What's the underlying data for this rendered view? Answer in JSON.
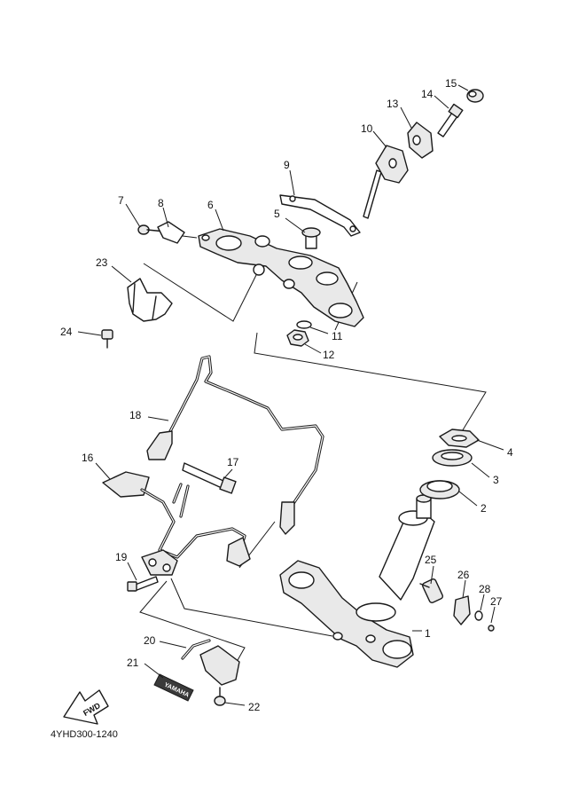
{
  "drawing_code": "4YHD300-1240",
  "decal_text": "YAMAHA",
  "direction_text": "FWD",
  "callouts": [
    {
      "id": "c1",
      "number": "1"
    },
    {
      "id": "c2",
      "number": "2"
    },
    {
      "id": "c3",
      "number": "3"
    },
    {
      "id": "c4",
      "number": "4"
    },
    {
      "id": "c5",
      "number": "5"
    },
    {
      "id": "c6",
      "number": "6"
    },
    {
      "id": "c7",
      "number": "7"
    },
    {
      "id": "c8",
      "number": "8"
    },
    {
      "id": "c9",
      "number": "9"
    },
    {
      "id": "c10",
      "number": "10"
    },
    {
      "id": "c11",
      "number": "11"
    },
    {
      "id": "c12",
      "number": "12"
    },
    {
      "id": "c13",
      "number": "13"
    },
    {
      "id": "c14",
      "number": "14"
    },
    {
      "id": "c15",
      "number": "15"
    },
    {
      "id": "c16",
      "number": "16"
    },
    {
      "id": "c17",
      "number": "17"
    },
    {
      "id": "c18",
      "number": "18"
    },
    {
      "id": "c19",
      "number": "19"
    },
    {
      "id": "c20",
      "number": "20"
    },
    {
      "id": "c21",
      "number": "21"
    },
    {
      "id": "c22",
      "number": "22"
    },
    {
      "id": "c23",
      "number": "23"
    },
    {
      "id": "c24",
      "number": "24"
    },
    {
      "id": "c25",
      "number": "25"
    },
    {
      "id": "c26",
      "number": "26"
    },
    {
      "id": "c27",
      "number": "27"
    },
    {
      "id": "c28",
      "number": "28"
    }
  ]
}
